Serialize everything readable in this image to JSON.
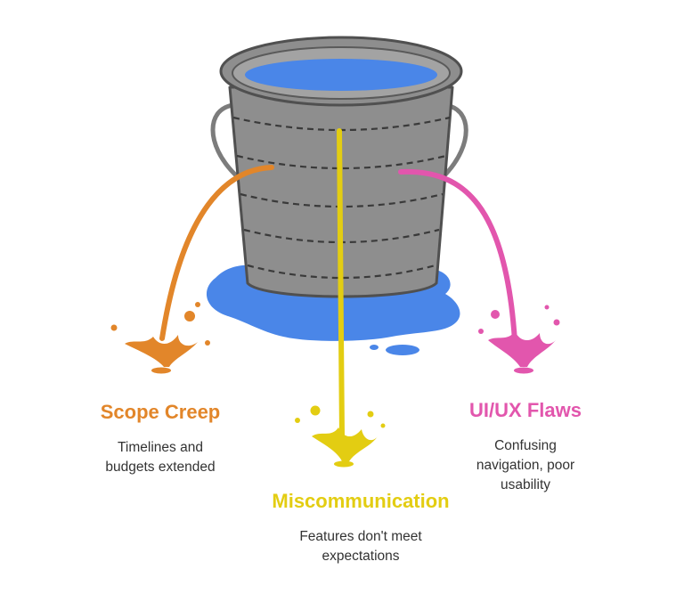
{
  "colors": {
    "bucket": "#8e8e8e",
    "bucket_dark": "#505050",
    "water": "#4a86e8",
    "scope": "#e2862a",
    "miscommunication": "#e3cd12",
    "ui_ux": "#e256ad"
  },
  "leaks": [
    {
      "title": "Scope Creep",
      "description_lines": [
        "Timelines and",
        "budgets extended"
      ],
      "color": "#e2862a"
    },
    {
      "title": "Miscommunication",
      "description_lines": [
        "Features don't meet",
        "expectations"
      ],
      "color": "#e3cd12"
    },
    {
      "title": "UI/UX Flaws",
      "description_lines": [
        "Confusing",
        "navigation, poor",
        "usability"
      ],
      "color": "#e256ad"
    }
  ]
}
